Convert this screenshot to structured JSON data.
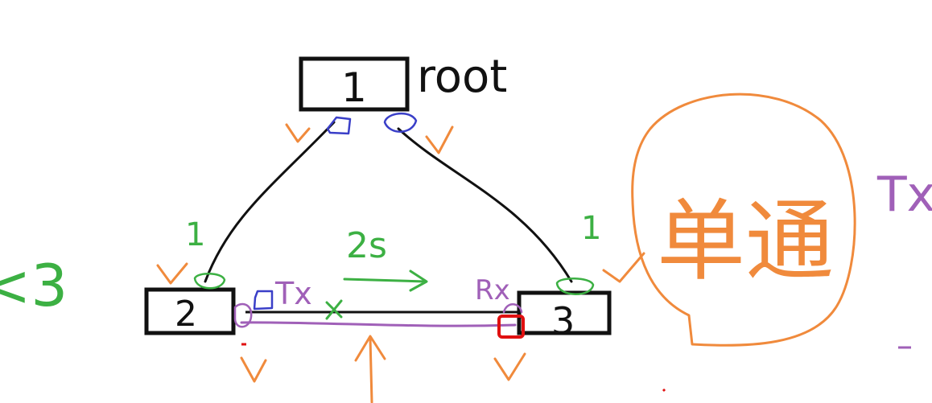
{
  "colors": {
    "background": "#ffffff",
    "black": "#111111",
    "orange": "#f08a3c",
    "green": "#3cb043",
    "blue": "#3a3fc8",
    "purple": "#a060b8",
    "red": "#e01010"
  },
  "nodes": {
    "root_node": {
      "label": "1"
    },
    "left_node": {
      "label": "2"
    },
    "right_node": {
      "label": "3"
    }
  },
  "annotations": {
    "root_label": "root",
    "left_edge_label": "1",
    "right_edge_label": "1",
    "delay_label": "2s",
    "tx_label": "Tx",
    "rx_label": "Rx",
    "far_left_text": "<3",
    "far_right_text": "Tx",
    "circled_text": "单通"
  },
  "icons": {
    "delay_arrow": "arrow-right-icon",
    "port_marker": "port-icon",
    "check_mark": "check-mark-icon",
    "cross_mark": "cross-icon"
  }
}
